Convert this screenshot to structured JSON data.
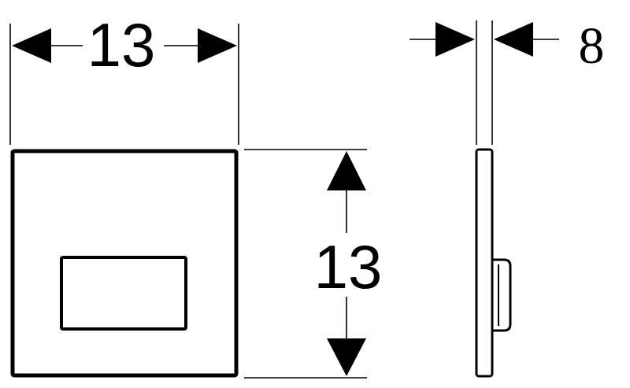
{
  "front_view": {
    "width_label": "13",
    "height_label": "13"
  },
  "side_view": {
    "depth_label": "8"
  },
  "colors": {
    "line": "#000000",
    "background": "#ffffff"
  }
}
